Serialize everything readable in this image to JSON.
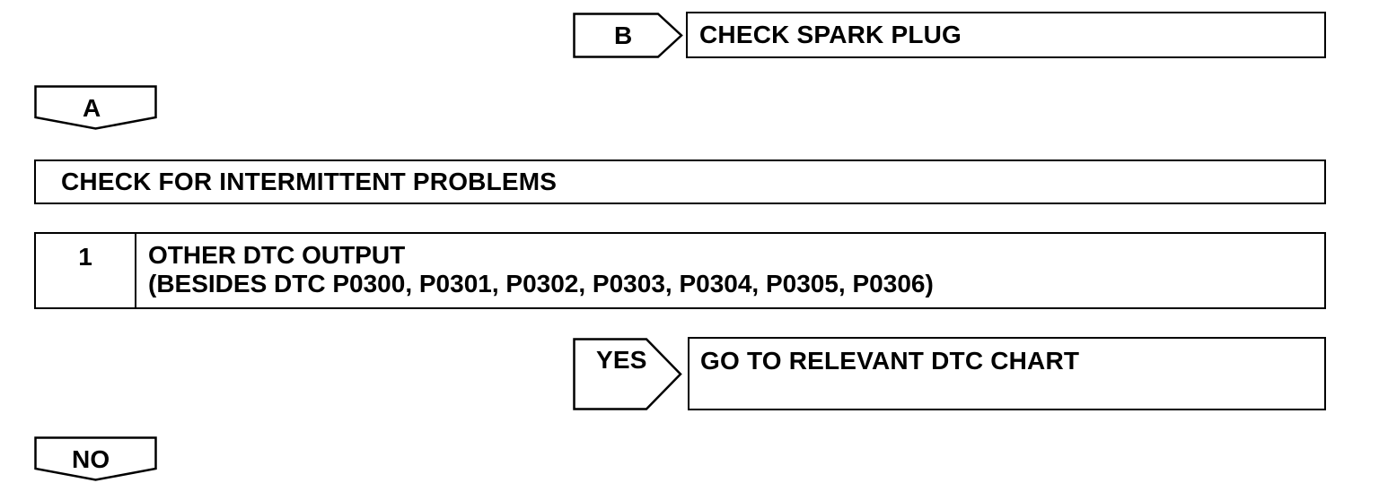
{
  "branch_b": {
    "tag": "B",
    "action": "CHECK SPARK PLUG"
  },
  "result_a": {
    "tag": "A"
  },
  "intermittent": {
    "text": "CHECK FOR INTERMITTENT PROBLEMS"
  },
  "step1": {
    "number": "1",
    "title": "OTHER DTC OUTPUT",
    "subtitle": "(BESIDES DTC P0300, P0301, P0302, P0303, P0304, P0305, P0306)"
  },
  "branch_yes": {
    "tag": "YES",
    "action": "GO TO RELEVANT DTC CHART"
  },
  "result_no": {
    "tag": "NO"
  }
}
